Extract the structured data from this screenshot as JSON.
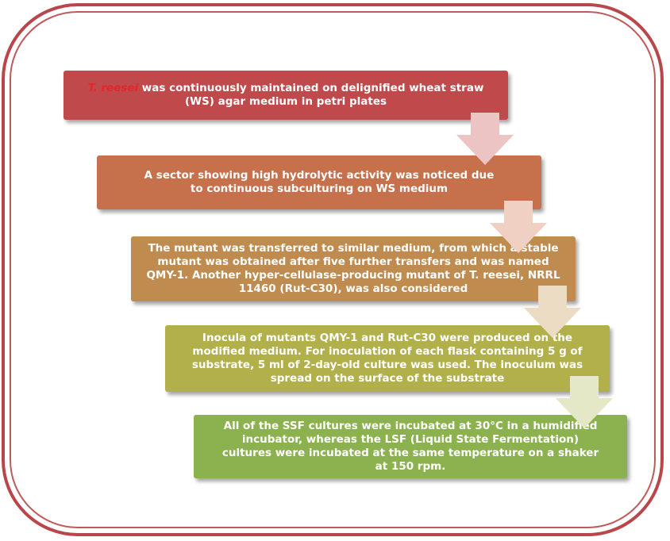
{
  "steps": [
    {
      "id": "step-1",
      "lead": "T. reesei",
      "text": " was continuously maintained on delignified wheat straw (WS) agar medium in petri plates",
      "color": "#c0494b"
    },
    {
      "id": "step-2",
      "text": "A sector showing high hydrolytic activity was noticed due to continuous subculturing on WS medium",
      "color": "#c7714c"
    },
    {
      "id": "step-3",
      "text": "The mutant was transferred to similar medium, from which a stable mutant was obtained after five further transfers and was named QMY-1. Another hyper-cellulase-producing mutant of T. reesei, NRRL 11460 (Rut-C30), was also considered",
      "color": "#bf8b4e"
    },
    {
      "id": "step-4",
      "text": "Inocula of mutants QMY-1 and Rut-C30 were produced on the modified medium. For inoculation of each flask containing 5 g of substrate, 5 ml of 2-day-old culture was used. The inoculum was spread on the surface of the substrate",
      "color": "#b1b04b"
    },
    {
      "id": "step-5",
      "text": "All of the SSF cultures were incubated at 30°C in a humidified incubator, whereas the LSF (Liquid State Fermentation) cultures were incubated at the same temperature on a shaker at 150 rpm.",
      "color": "#8cb24f"
    }
  ],
  "arrows": [
    {
      "color": "#edc4c4"
    },
    {
      "color": "#f0d0c2"
    },
    {
      "color": "#ecdcc4"
    },
    {
      "color": "#e4e8c6"
    }
  ]
}
